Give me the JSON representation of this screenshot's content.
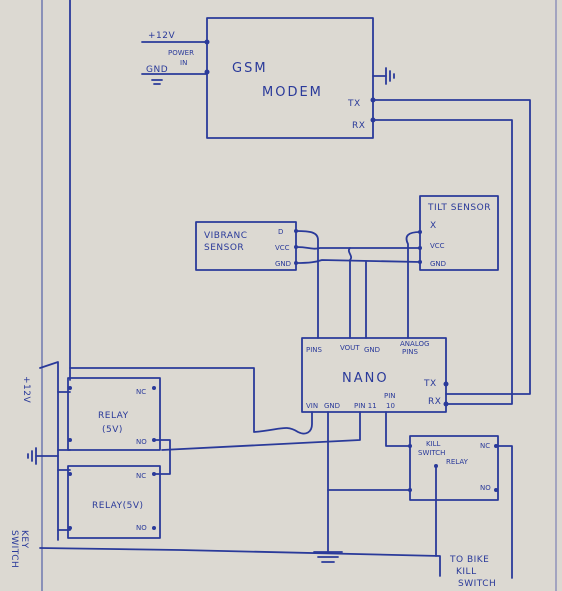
{
  "gsm": {
    "title_line1": "GSM",
    "title_line2": "MODEM",
    "tx": "TX",
    "rx": "RX"
  },
  "power": {
    "plus12v": "+12V",
    "gnd": "GND",
    "power_in_1": "POWER",
    "power_in_2": "IN"
  },
  "vibration": {
    "name_1": "VIBRANC",
    "name_2": "SENSOR",
    "pin_d": "D",
    "pin_vcc": "VCC",
    "pin_gnd": "GND"
  },
  "tilt": {
    "name": "TILT SENSOR",
    "pin_x": "X",
    "pin_vcc": "VCC",
    "pin_gnd": "GND"
  },
  "nano": {
    "name": "NANO",
    "pins": "PINS",
    "vout": "VOUT",
    "gnd": "GND",
    "analog_1": "ANALOG",
    "analog_2": "PINS",
    "tx": "TX",
    "rx": "RX",
    "vin": "VIN",
    "gnd2": "GND",
    "pin11": "PIN 11",
    "pin10_1": "PIN",
    "pin10_2": "10"
  },
  "relay1": {
    "name_1": "RELAY",
    "name_2": "(5V)",
    "nc": "NC",
    "no": "NO"
  },
  "relay2": {
    "name": "RELAY(5V)",
    "nc": "NC",
    "no": "NO"
  },
  "left_supply": {
    "label": "+12V"
  },
  "key_switch": {
    "line1": "KEY",
    "line2": "SWITCH"
  },
  "kill_relay": {
    "name_1": "KILL",
    "name_2": "SWITCH",
    "name_3": "RELAY",
    "nc": "NC",
    "no": "NO"
  },
  "kill_out": {
    "line1": "TO BIKE",
    "line2": "KILL",
    "line3": "SWITCH"
  }
}
